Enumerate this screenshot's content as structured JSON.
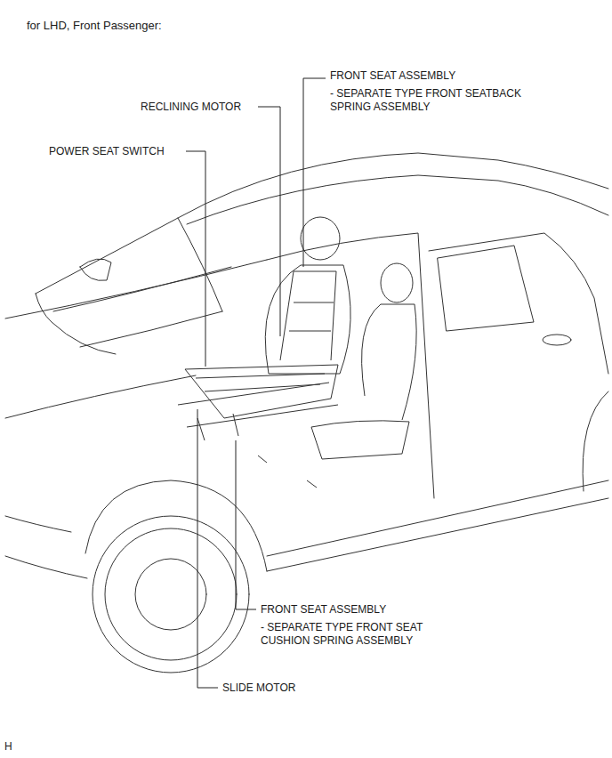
{
  "diagram": {
    "title": "for LHD, Front Passenger:",
    "labels": [
      "FRONT SEAT ASSEMBLY",
      "- SEPARATE TYPE FRONT SEATBACK SPRING ASSEMBLY",
      "RECLINING MOTOR",
      "POWER SEAT SWITCH",
      "FRONT SEAT ASSEMBLY",
      "- SEPARATE TYPE FRONT SEAT CUSHION SPRING ASSEMBLY",
      "SLIDE MOTOR",
      "H"
    ]
  }
}
